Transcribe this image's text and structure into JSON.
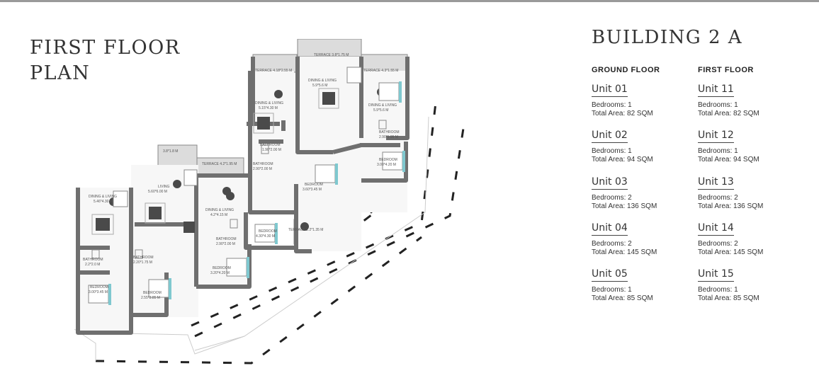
{
  "plan_title": {
    "line1": "FIRST FLOOR",
    "line2": "PLAN"
  },
  "building_title": "BUILDING 2 A",
  "ground_floor": {
    "heading": "GROUND FLOOR",
    "units": [
      {
        "name": "Unit 01",
        "bedrooms": "Bedrooms: 1",
        "area": "Total Area: 82 SQM"
      },
      {
        "name": "Unit 02",
        "bedrooms": "Bedrooms: 1",
        "area": "Total Area: 94 SQM"
      },
      {
        "name": "Unit 03",
        "bedrooms": "Bedrooms: 2",
        "area": "Total Area: 136 SQM"
      },
      {
        "name": "Unit 04",
        "bedrooms": "Bedrooms: 2",
        "area": "Total Area: 145 SQM"
      },
      {
        "name": "Unit 05",
        "bedrooms": "Bedrooms: 1",
        "area": "Total Area: 85 SQM"
      }
    ]
  },
  "first_floor": {
    "heading": "FIRST FLOOR",
    "units": [
      {
        "name": "Unit 11",
        "bedrooms": "Bedrooms: 1",
        "area": "Total Area: 82 SQM"
      },
      {
        "name": "Unit 12",
        "bedrooms": "Bedrooms: 1",
        "area": "Total Area: 94 SQM"
      },
      {
        "name": "Unit 13",
        "bedrooms": "Bedrooms: 2",
        "area": "Total Area: 136 SQM"
      },
      {
        "name": "Unit 14",
        "bedrooms": "Bedrooms: 2",
        "area": "Total Area: 145 SQM"
      },
      {
        "name": "Unit 15",
        "bedrooms": "Bedrooms: 1",
        "area": "Total Area: 85 SQM"
      }
    ]
  },
  "plan_labels": {
    "terrace_a": "TERRACE 3.8*1.75 M",
    "terrace_b": "TERRACE 4.18*2.55 M",
    "terrace_c": "TERRACE 4.3*1.55 M",
    "terrace_d": "TERRACE 4.2*1.95 M",
    "terrace_e": "TERRACE 2.2*1.35 M",
    "terrace_f": "3.8*1.8 M",
    "dining_1": "DINING & LIVING",
    "dining_1_dim": "5.9*5.6 M",
    "dining_2": "DINING & LIVING",
    "dining_2_dim": "5.15*4.30 M",
    "dining_3": "DINING & LIVING",
    "dining_3_dim": "5.9*5.6 M",
    "dining_4": "DINING & LIVING",
    "dining_4_dim": "4.2*4.15 M",
    "dining_5": "DINING & LIVING",
    "dining_5_dim": "5.46*4.30 M",
    "living_6": "LIVING",
    "living_6_dim": "5.60*6.00 M",
    "bath_1": "BATHROOM",
    "bath_1_dim": "2.90*1.95 M",
    "bath_2": "BATHROOM",
    "bath_2_dim": "1.90*2.00 M",
    "bath_3": "BATHROOM",
    "bath_3_dim": "2.90*2.00 M",
    "bath_4": "BATHROOM",
    "bath_4_dim": "2.90*2.00 M",
    "bath_5": "BATHROOM",
    "bath_5_dim": "2.2*2.0 M",
    "bath_6": "BATHROOM",
    "bath_6_dim": "2.20*1.75 M",
    "bed_1": "BEDROOM",
    "bed_1_dim": "3.00*4.20 M",
    "bed_2": "BEDROOM",
    "bed_2_dim": "3.60*3.45 M",
    "bed_3": "BEDROOM",
    "bed_3_dim": "4.30*4.30 M",
    "bed_4": "BEDROOM",
    "bed_4_dim": "3.20*4.20 M",
    "bed_5": "BEDROOM",
    "bed_5_dim": "3.00*3.45 M",
    "bed_6": "BEDROOM",
    "bed_6_dim": "2.55*3.85 M"
  },
  "colors": {
    "wall": "#6f6f6f",
    "furniture": "#4a4a4a",
    "accent": "#7fc8cf"
  }
}
